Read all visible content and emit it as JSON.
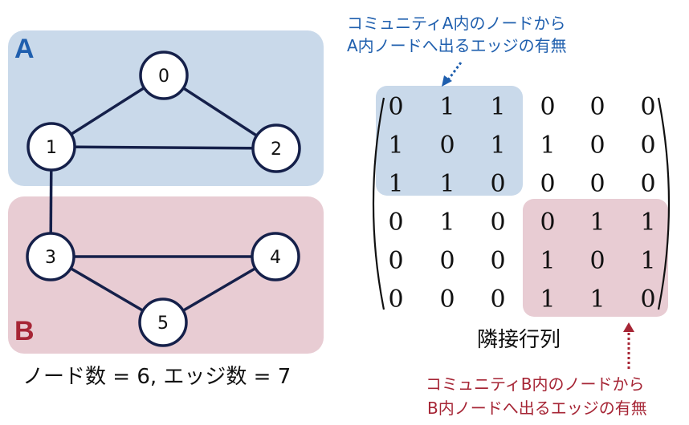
{
  "community_a": {
    "label": "A",
    "color": "#1f5fae",
    "fill": "#c9d9ea"
  },
  "community_b": {
    "label": "B",
    "color": "#a62535",
    "fill": "#e8ccd3"
  },
  "nodes": [
    {
      "id": "0",
      "label": "0"
    },
    {
      "id": "1",
      "label": "1"
    },
    {
      "id": "2",
      "label": "2"
    },
    {
      "id": "3",
      "label": "3"
    },
    {
      "id": "4",
      "label": "4"
    },
    {
      "id": "5",
      "label": "5"
    }
  ],
  "edges": [
    [
      "0",
      "1"
    ],
    [
      "0",
      "2"
    ],
    [
      "1",
      "2"
    ],
    [
      "1",
      "3"
    ],
    [
      "3",
      "4"
    ],
    [
      "3",
      "5"
    ],
    [
      "4",
      "5"
    ]
  ],
  "graph_caption": "ノード数 = 6, エッジ数 = 7",
  "matrix": {
    "rows": [
      [
        0,
        1,
        1,
        0,
        0,
        0
      ],
      [
        1,
        0,
        1,
        1,
        0,
        0
      ],
      [
        1,
        1,
        0,
        0,
        0,
        0
      ],
      [
        0,
        1,
        0,
        0,
        1,
        1
      ],
      [
        0,
        0,
        0,
        1,
        0,
        1
      ],
      [
        0,
        0,
        0,
        1,
        1,
        0
      ]
    ],
    "caption": "隣接行列"
  },
  "annotation_a": {
    "line1": "コミュニティA内のノードから",
    "line2": "A内ノードへ出るエッジの有無"
  },
  "annotation_b": {
    "line1": "コミュニティB内のノードから",
    "line2": "B内ノードへ出るエッジの有無"
  }
}
